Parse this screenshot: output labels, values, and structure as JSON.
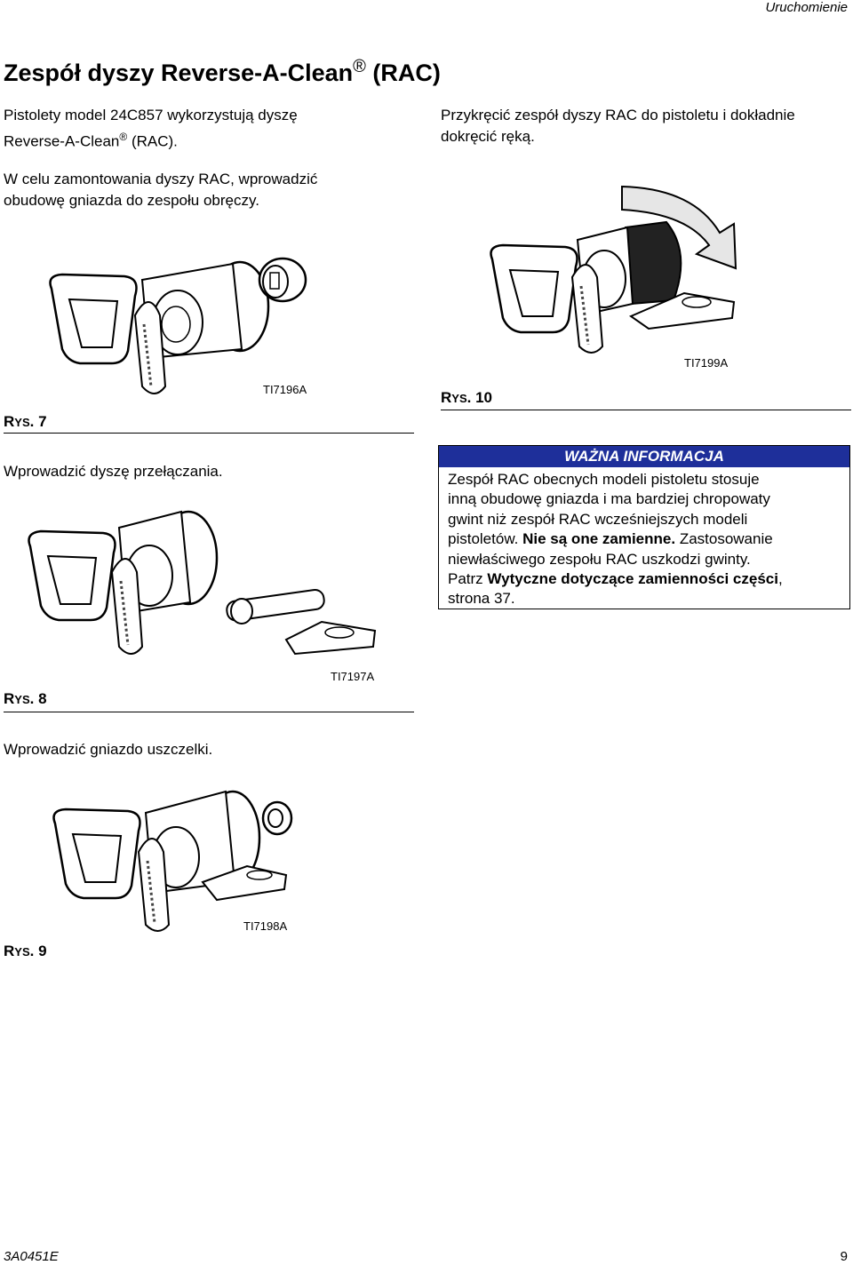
{
  "header": {
    "section": "Uruchomienie"
  },
  "title": {
    "text": "Zespół dyszy Reverse-A-Clean",
    "reg": "®",
    "suffix": "(RAC)"
  },
  "left_column": {
    "intro_line1": "Pistolety model 24C857 wykorzystują dyszę",
    "intro_line2a": "Reverse-A-Clean",
    "intro_reg": "®",
    "intro_line2b": "(RAC).",
    "step1_line1": "W celu zamontowania dyszy RAC, wprowadzić",
    "step1_line2": "obudowę gniazda do zespołu obręczy.",
    "step2": "Wprowadzić dyszę przełączania.",
    "step3": "Wprowadzić gniazdo uszczelki."
  },
  "right_column": {
    "step4_line1": "Przykręcić zespół dyszy RAC do pistoletu i dokładnie",
    "step4_line2": "dokręcić ręką."
  },
  "figures": {
    "fig7": {
      "prefix": "R",
      "small": "YS",
      "num": ". 7",
      "code": "TI7196A"
    },
    "fig8": {
      "prefix": "R",
      "small": "YS",
      "num": ". 8",
      "code": "TI7197A"
    },
    "fig9": {
      "prefix": "R",
      "small": "YS",
      "num": ". 9",
      "code": "TI7198A"
    },
    "fig10": {
      "prefix": "R",
      "small": "YS",
      "num": ". 10",
      "code": "TI7199A"
    }
  },
  "notice": {
    "heading": "WAŻNA INFORMACJA",
    "line1": "Zespół RAC obecnych modeli pistoletu stosuje",
    "line2": "inną obudowę gniazda i ma bardziej chropowaty",
    "line3": "gwint niż zespół RAC wcześniejszych modeli",
    "line4a": "pistoletów.",
    "line4b": "Nie są one zamienne.",
    "line4c": "Zastosowanie",
    "line5": "niewłaściwego zespołu RAC uszkodzi gwinty.",
    "line6a": "Patrz",
    "line6b": "Wytyczne dotyczące zamienności części",
    "line6c": ",",
    "line7": "strona 37.",
    "colors": {
      "heading_bg": "#1e2f9a",
      "heading_text": "#ffffff"
    }
  },
  "footer": {
    "doc_number": "3A0451E",
    "page": "9"
  }
}
